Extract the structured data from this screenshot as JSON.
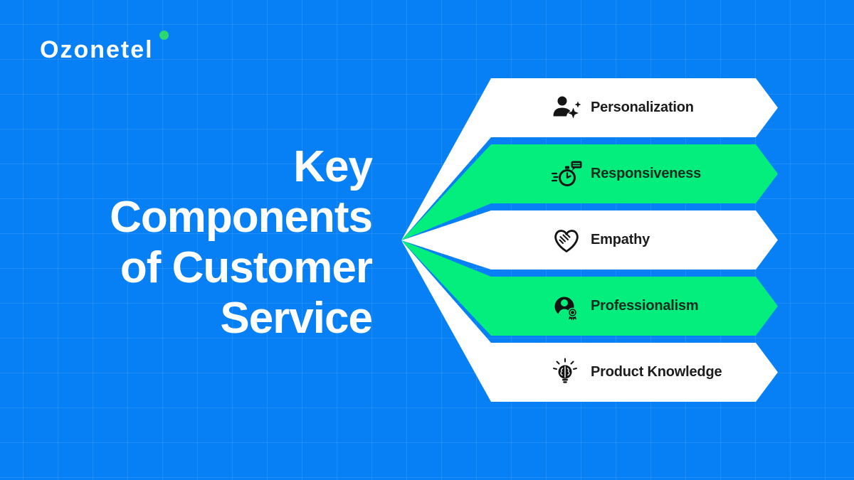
{
  "brand": {
    "name": "Ozonetel"
  },
  "heading": {
    "lines": [
      "Key",
      "Components",
      "of Customer",
      "Service"
    ]
  },
  "banners": [
    {
      "label": "Personalization",
      "icon": "person-sparkles-icon",
      "variant": "white"
    },
    {
      "label": "Responsiveness",
      "icon": "stopwatch-chat-icon",
      "variant": "green"
    },
    {
      "label": "Empathy",
      "icon": "handshake-heart-icon",
      "variant": "white"
    },
    {
      "label": "Professionalism",
      "icon": "person-medal-icon",
      "variant": "green"
    },
    {
      "label": "Product Knowledge",
      "icon": "lightbulb-brain-icon",
      "variant": "white"
    }
  ],
  "colors": {
    "background_blue": "#0780F6",
    "grid_line": "rgba(255,255,255,0.10)",
    "banner_white": "#FFFFFF",
    "banner_green": "#03EE7C",
    "label_text_on_white": "#1C1C1C",
    "label_text_on_green": "#0E2C1E",
    "heading_text": "#FFFFFF",
    "icon_ink": "#141414",
    "logo_ring_green": "#2BD96E"
  }
}
